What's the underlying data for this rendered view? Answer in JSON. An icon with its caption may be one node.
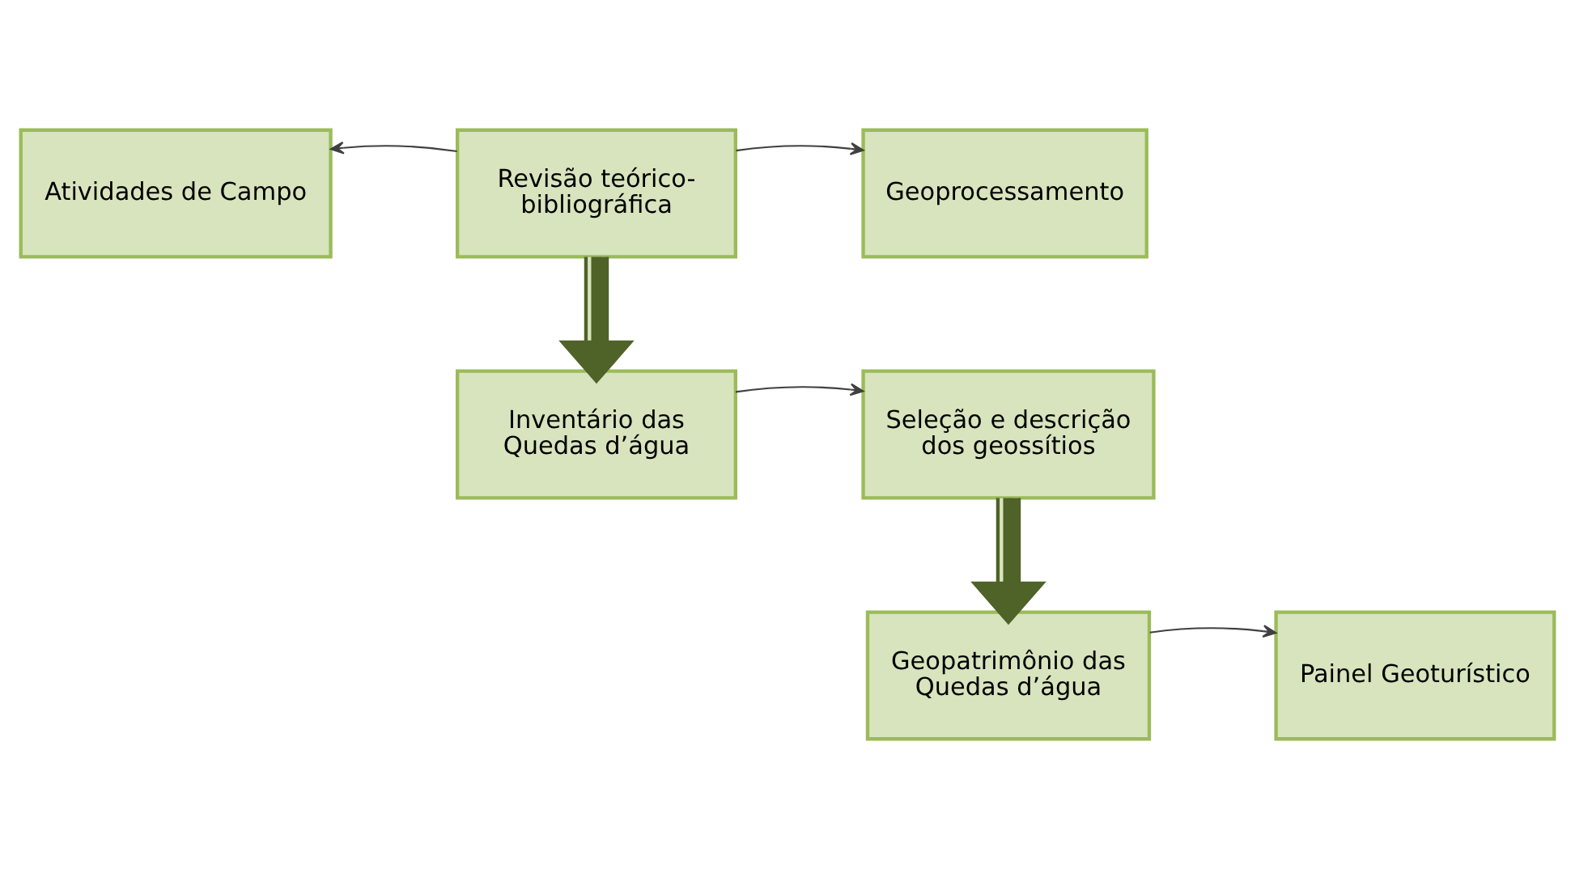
{
  "diagram": {
    "nodes": [
      {
        "text": [
          "Atividades de Campo"
        ]
      },
      {
        "text": [
          "Revisão teórico-bibliográfica"
        ]
      },
      {
        "text": [
          "Geoprocessamento"
        ]
      },
      {
        "text": [
          "Inventário das Quedas d’água"
        ]
      },
      {
        "text": [
          "Seleção e descrição dos geossítios"
        ]
      },
      {
        "text": [
          "Geopatrimônio das Quedas d’água"
        ]
      },
      {
        "text": [
          "Painel Geoturístico"
        ]
      }
    ],
    "edges": [
      {
        "from": 1,
        "to": 0,
        "arrow": "to"
      },
      {
        "from": 1,
        "to": 2,
        "arrow": "to"
      },
      {
        "from": 1,
        "to": 3,
        "arrow": "to",
        "style": "thick"
      },
      {
        "from": 3,
        "to": 4,
        "arrow": "to"
      },
      {
        "from": 4,
        "to": 5,
        "arrow": "to",
        "style": "thick"
      },
      {
        "from": 5,
        "to": 6,
        "arrow": "to"
      }
    ]
  }
}
